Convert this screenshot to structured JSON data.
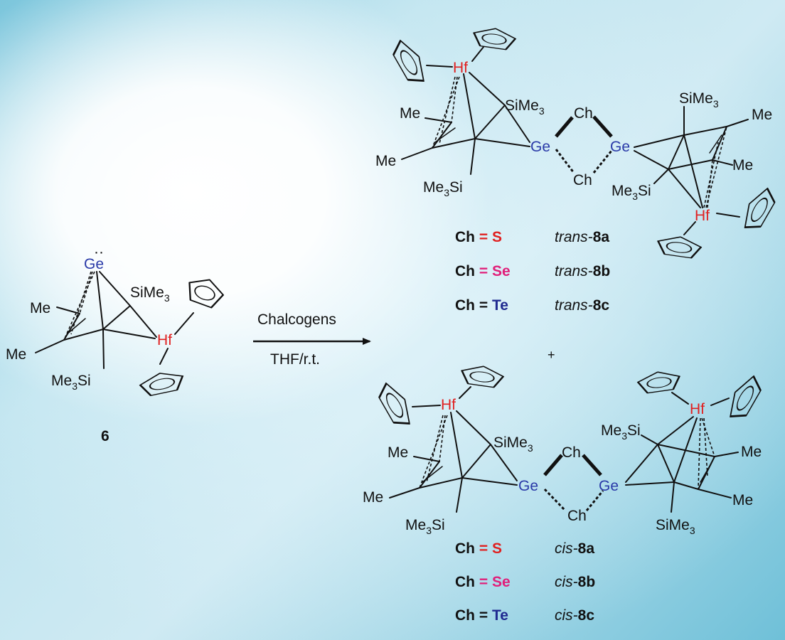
{
  "labels": {
    "ge": "Ge",
    "hf": "Hf",
    "ch": "Ch",
    "me": "Me",
    "sime3_a": "SiMe",
    "sime3_b": "3",
    "me3si_a": "Me",
    "me3si_b": "3",
    "me3si_c": "Si",
    "lone_pair": "··",
    "plus": "+"
  },
  "starting_compound": {
    "number": "6"
  },
  "reaction": {
    "above_arrow": "Chalcogens",
    "below_arrow": "THF/r.t."
  },
  "trans_products": [
    {
      "ch": "Ch",
      "eq": "=",
      "element": "S",
      "prefix": "trans-",
      "number": "8a",
      "color": "#e02020"
    },
    {
      "ch": "Ch",
      "eq": "=",
      "element": "Se",
      "prefix": "trans-",
      "number": "8b",
      "color": "#e0207a"
    },
    {
      "ch": "Ch",
      "eq": "=",
      "element": "Te",
      "prefix": "trans-",
      "number": "8c",
      "color": "#202a90"
    }
  ],
  "cis_products": [
    {
      "ch": "Ch",
      "eq": "=",
      "element": "S",
      "prefix": "cis-",
      "number": "8a",
      "color": "#e02020"
    },
    {
      "ch": "Ch",
      "eq": "=",
      "element": "Se",
      "prefix": "cis-",
      "number": "8b",
      "color": "#e0207a"
    },
    {
      "ch": "Ch",
      "eq": "=",
      "element": "Te",
      "prefix": "cis-",
      "number": "8c",
      "color": "#202a90"
    }
  ],
  "colors": {
    "ge": "#2a3aa8",
    "hf": "#e02020",
    "bond": "#111111"
  }
}
